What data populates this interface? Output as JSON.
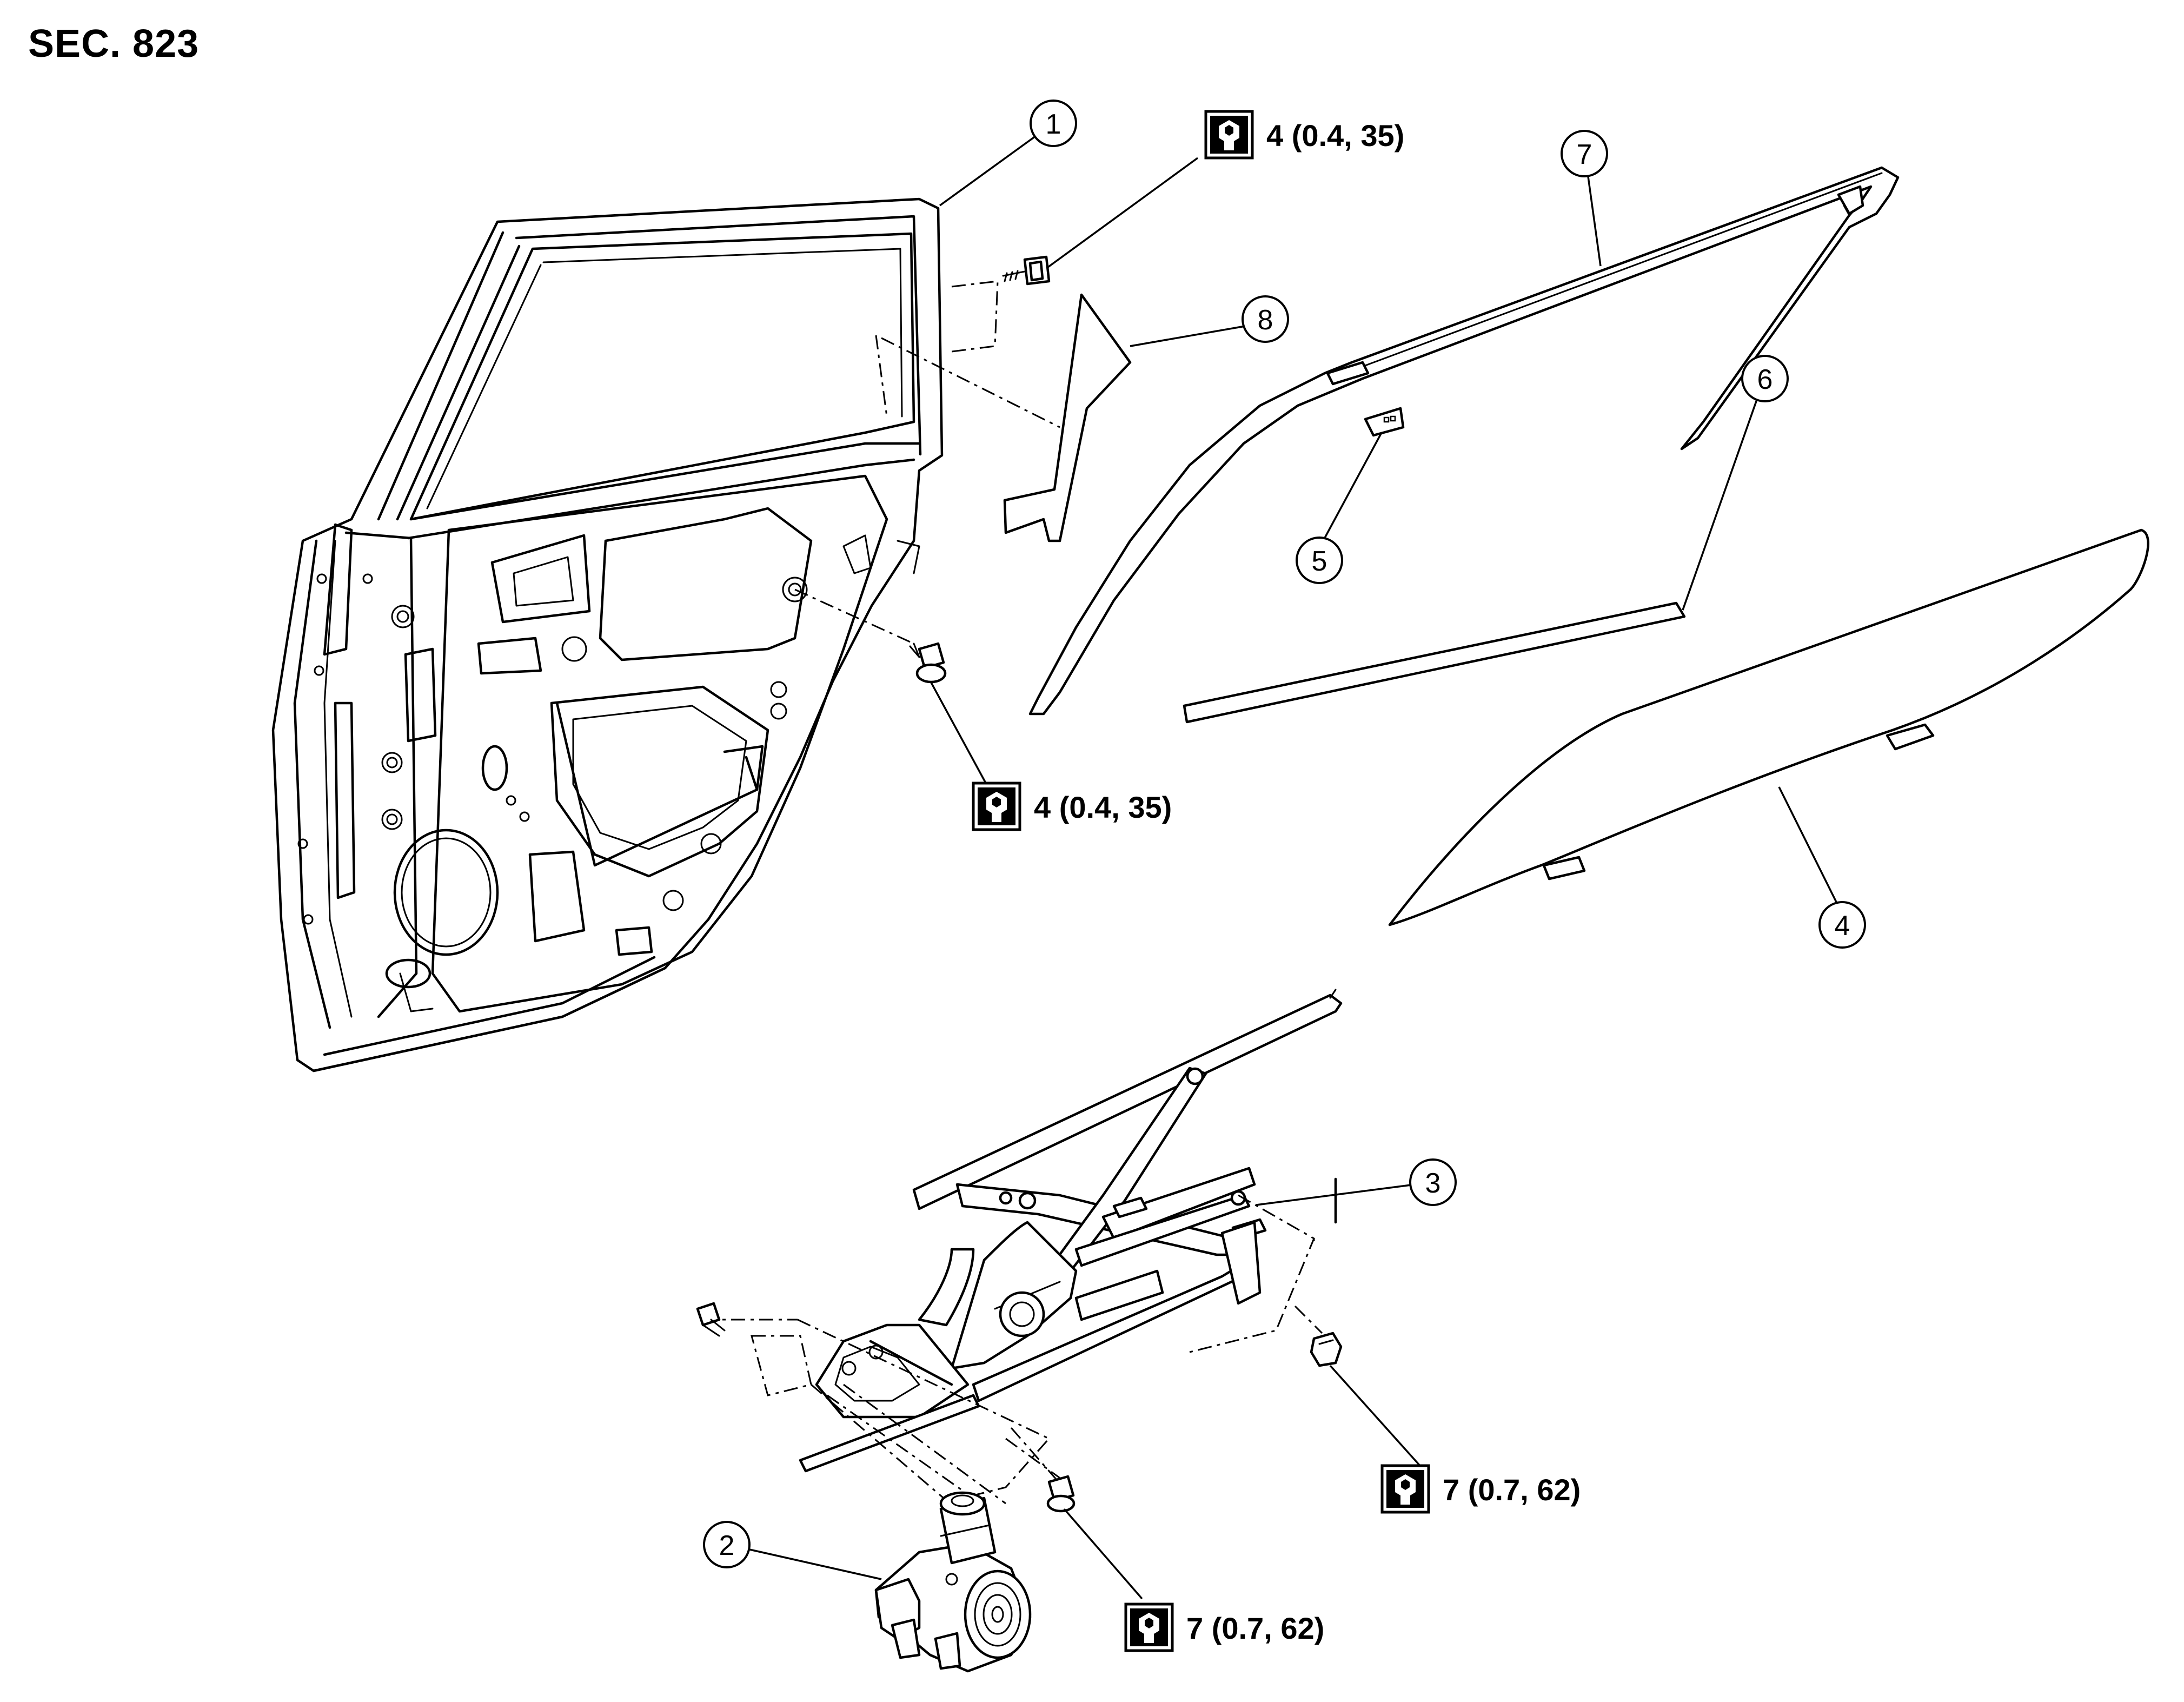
{
  "section_label": "SEC. 823",
  "callouts": [
    {
      "id": "1",
      "label": "1"
    },
    {
      "id": "2",
      "label": "2"
    },
    {
      "id": "3",
      "label": "3"
    },
    {
      "id": "4",
      "label": "4"
    },
    {
      "id": "5",
      "label": "5"
    },
    {
      "id": "6",
      "label": "6"
    },
    {
      "id": "7",
      "label": "7"
    },
    {
      "id": "8",
      "label": "8"
    }
  ],
  "torque_specs": [
    {
      "id": "t1",
      "text": "4 (0.4, 35)",
      "icon": "torque-wrench-icon"
    },
    {
      "id": "t2",
      "text": "4 (0.4, 35)",
      "icon": "torque-wrench-icon"
    },
    {
      "id": "t3",
      "text": "7 (0.7, 62)",
      "icon": "torque-wrench-icon"
    },
    {
      "id": "t4",
      "text": "7 (0.7, 62)",
      "icon": "torque-wrench-icon"
    }
  ]
}
